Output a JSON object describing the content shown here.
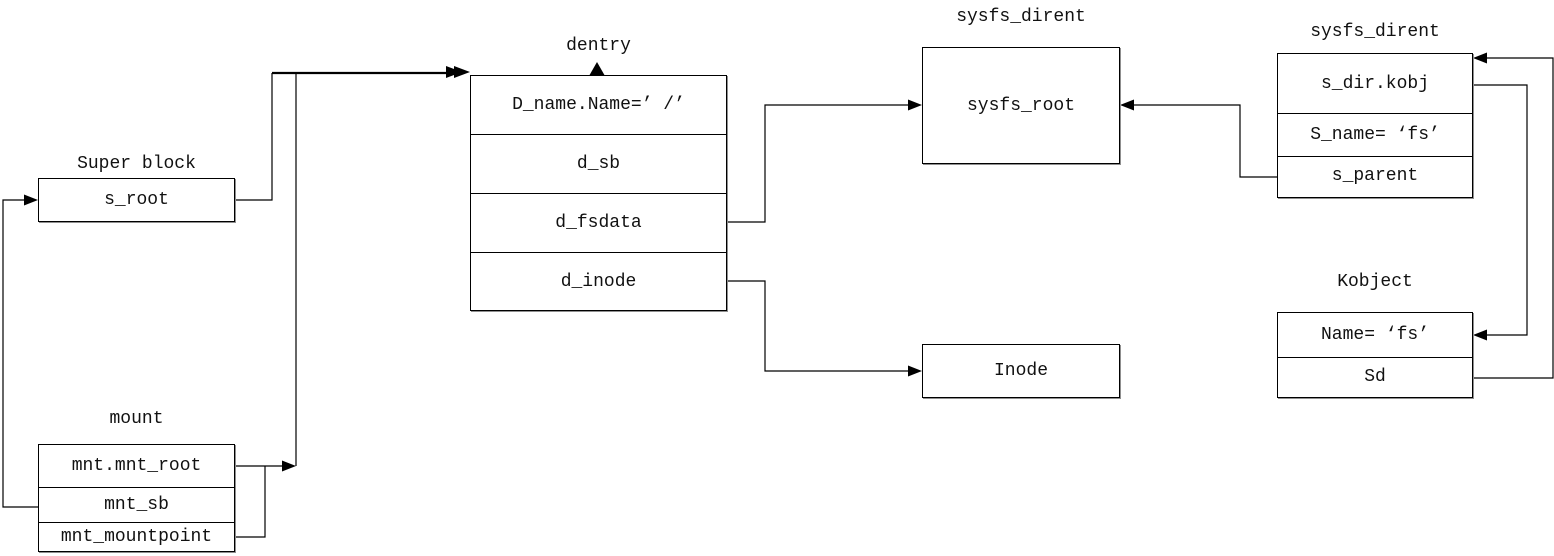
{
  "nodes": {
    "super_block": {
      "title": "Super block",
      "rows": [
        "s_root"
      ]
    },
    "mount": {
      "title": "mount",
      "rows": [
        "mnt.mnt_root",
        "mnt_sb",
        "mnt_mountpoint"
      ]
    },
    "dentry": {
      "title": "dentry",
      "rows": [
        "D_name.Name=’ /’",
        "d_sb",
        "d_fsdata",
        "d_inode"
      ]
    },
    "sysfs_dirent_root": {
      "title": "sysfs_dirent",
      "rows": [
        "sysfs_root"
      ]
    },
    "inode": {
      "rows": [
        "Inode"
      ]
    },
    "sysfs_dirent_fs": {
      "title": "sysfs_dirent",
      "rows": [
        "s_dir.kobj",
        "S_name= ‘fs’",
        "s_parent"
      ]
    },
    "kobject": {
      "title": "Kobject",
      "rows": [
        "Name= ‘fs’",
        "Sd"
      ]
    }
  },
  "colors": {
    "line": "#000000",
    "box_border": "#000000",
    "box_shadow": "#8f8f8f",
    "background": "#ffffff",
    "text": "#111111"
  }
}
